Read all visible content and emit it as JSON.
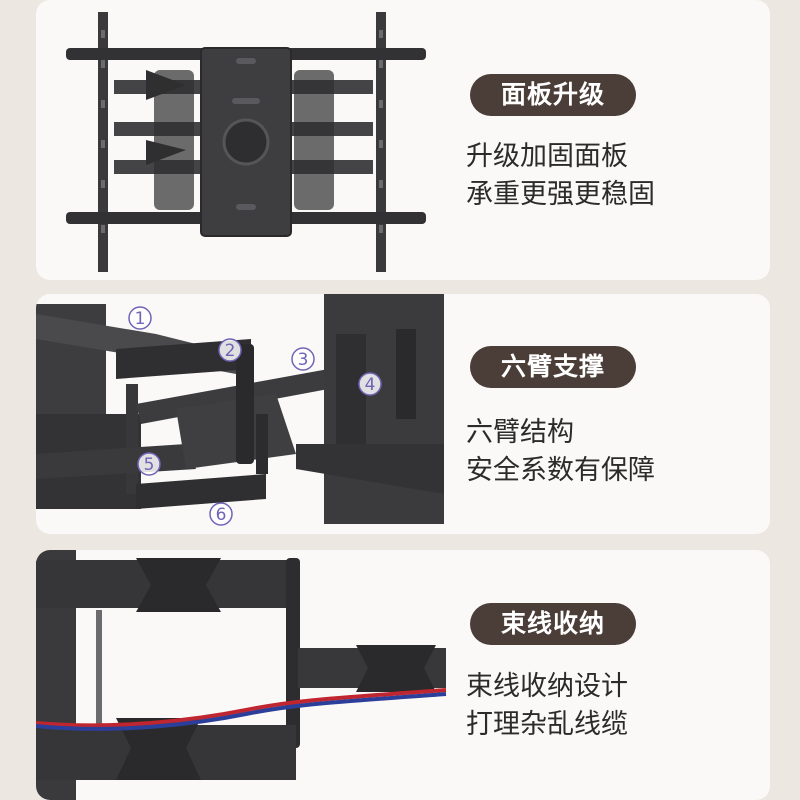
{
  "sections": [
    {
      "title": "面板升级",
      "lines": [
        "升级加固面板",
        "承重更强更稳固"
      ]
    },
    {
      "title": "六臂支撑",
      "lines": [
        "六臂结构",
        "安全系数有保障"
      ],
      "arm_numbers": [
        "1",
        "2",
        "3",
        "4",
        "5",
        "6"
      ]
    },
    {
      "title": "束线收纳",
      "lines": [
        "束线收纳设计",
        "打理杂乱线缆"
      ]
    }
  ],
  "colors": {
    "page_background": "#ece7e1",
    "panel_background": "#faf9f7",
    "pill_background": "#4b3e39",
    "pill_text": "#ffffff",
    "metal": "#3a3a3c",
    "cable_red": "#c0262f",
    "cable_blue": "#2b3f9a",
    "number_circle": "#7063b8"
  }
}
